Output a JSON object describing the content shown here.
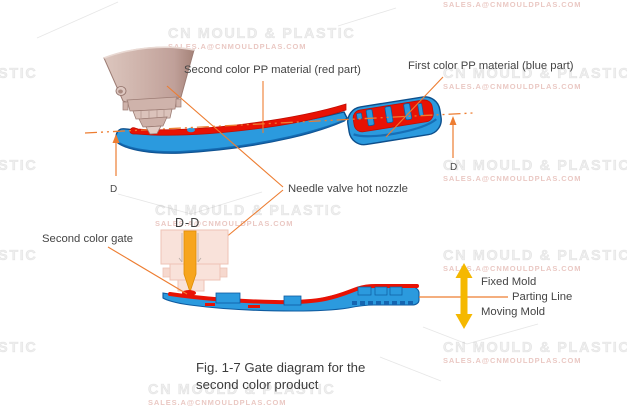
{
  "watermark": {
    "line1": "CN MOULD & PLASTIC",
    "line2": "SALES.A@CNMOULDPLAS.COM"
  },
  "top_view": {
    "label_second_color": "Second color PP material (red part)",
    "label_first_color": "First color PP material (blue part)",
    "label_needle_valve": "Needle valve hot nozzle",
    "datum_left": "D",
    "datum_right": "D"
  },
  "section_view": {
    "title": "D-D",
    "label_gate": "Second color gate",
    "label_fixed_mold": "Fixed Mold",
    "label_parting_line": "Parting Line",
    "label_moving_mold": "Moving Mold"
  },
  "caption": {
    "line1": "Fig. 1-7 Gate diagram for the",
    "line2": "second color product"
  },
  "colors": {
    "red_part": "#e81204",
    "blue_part": "#2b9ade",
    "blue_outline": "#0d4f8c",
    "leader_orange": "#ed7d31",
    "mold_arrow_yellow": "#f5b800",
    "needle_orange": "#f7a51e",
    "nozzle_beige": "#c9aca4",
    "section_pink": "#f9e2da"
  }
}
